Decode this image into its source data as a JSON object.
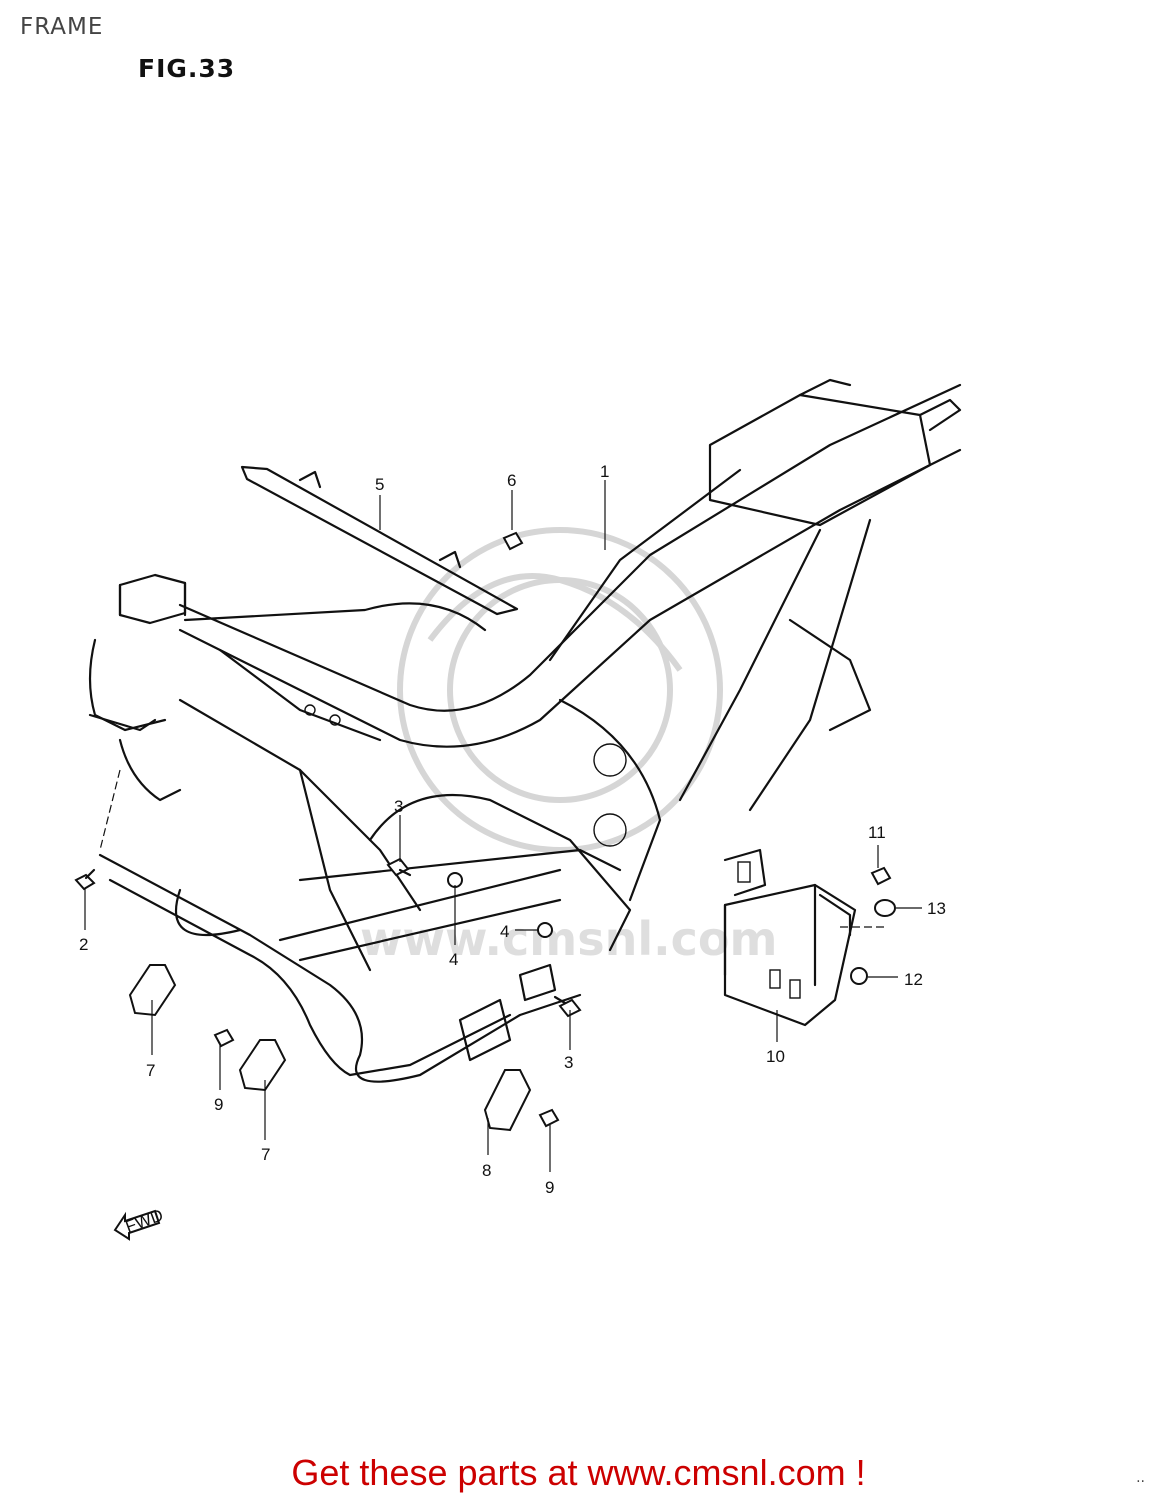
{
  "page": {
    "title": "FRAME",
    "figure": "FIG.33",
    "cta": "Get these parts at www.cmsnl.com !",
    "corner": ".."
  },
  "diagram": {
    "watermark_text": "www.cmsnl.com",
    "fwd_label": "FWD",
    "callouts": [
      {
        "id": "c1",
        "label": "1"
      },
      {
        "id": "c2",
        "label": "2"
      },
      {
        "id": "c3a",
        "label": "3"
      },
      {
        "id": "c3b",
        "label": "3"
      },
      {
        "id": "c4a",
        "label": "4"
      },
      {
        "id": "c4b",
        "label": "4"
      },
      {
        "id": "c5",
        "label": "5"
      },
      {
        "id": "c6",
        "label": "6"
      },
      {
        "id": "c7a",
        "label": "7"
      },
      {
        "id": "c7b",
        "label": "7"
      },
      {
        "id": "c8",
        "label": "8"
      },
      {
        "id": "c9a",
        "label": "9"
      },
      {
        "id": "c9b",
        "label": "9"
      },
      {
        "id": "c10",
        "label": "10"
      },
      {
        "id": "c11",
        "label": "11"
      },
      {
        "id": "c12",
        "label": "12"
      },
      {
        "id": "c13",
        "label": "13"
      }
    ]
  }
}
